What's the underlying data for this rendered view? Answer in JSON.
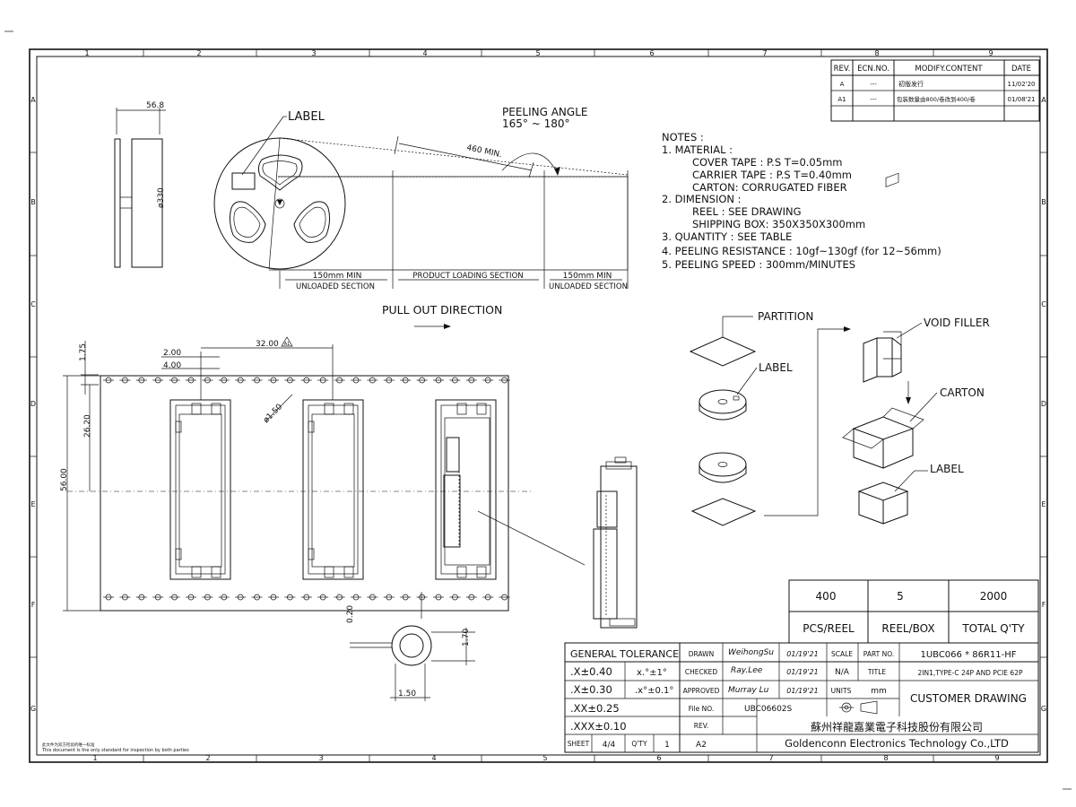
{
  "border": {
    "top_cols": [
      "1",
      "2",
      "3",
      "4",
      "5",
      "6",
      "7",
      "8",
      "9"
    ],
    "bottom_cols": [
      "1",
      "2",
      "3",
      "4",
      "5",
      "6",
      "7",
      "8",
      "9"
    ],
    "rows": [
      "A",
      "B",
      "C",
      "D",
      "E",
      "F",
      "G"
    ]
  },
  "revision": {
    "headers": [
      "REV.",
      "ECN.NO.",
      "MODIFY.CONTENT",
      "DATE"
    ],
    "rows": [
      {
        "rev": "A",
        "ecn": "---",
        "content": "初版发行",
        "date": "11/02'20"
      },
      {
        "rev": "A1",
        "ecn": "---",
        "content": "包装数量由800/卷改到400/卷",
        "date": "01/08'21"
      }
    ]
  },
  "reel": {
    "width_dim": "56.8",
    "diameter_dim": "ø330",
    "label": "LABEL",
    "peeling_title": "PEELING ANGLE",
    "peeling_range": "165° ~ 180°",
    "min_length": "460 MIN.",
    "sec1_dim": "150mm MIN",
    "sec1_name": "UNLOADED SECTION",
    "sec2_name": "PRODUCT LOADING SECTION",
    "sec3_dim": "150mm MIN",
    "sec3_name": "UNLOADED SECTION",
    "direction": "PULL OUT DIRECTION"
  },
  "notes": {
    "title": "NOTES :",
    "lines": [
      "1. MATERIAL :",
      "COVER TAPE : P.S T=0.05mm",
      "CARRIER TAPE : P.S T=0.40mm",
      "CARTON: CORRUGATED FIBER",
      "2. DIMENSION :",
      "REEL : SEE DRAWING",
      "SHIPPING BOX: 350X350X300mm",
      "3. QUANTITY : SEE TABLE",
      "4. PEELING RESISTANCE : 10gf~130gf (for 12~56mm)",
      "5. PEELING SPEED : 300mm/MINUTES"
    ]
  },
  "tape": {
    "dim_175": "1.75",
    "dim_200": "2.00",
    "dim_400": "4.00",
    "dim_pitch": "32.00",
    "pitch_rev": "A1",
    "dim_hole": "ø1.50",
    "dim_2620": "26.20",
    "dim_5600": "56.00",
    "dim_020": "0.20",
    "dim_170": "1.70",
    "dim_150": "1.50"
  },
  "pack": {
    "partition": "PARTITION",
    "label1": "LABEL",
    "void_filler": "VOID FILLER",
    "carton": "CARTON",
    "label2": "LABEL"
  },
  "qty": {
    "values": [
      "400",
      "5",
      "2000"
    ],
    "units": [
      "PCS/REEL",
      "REEL/BOX",
      "TOTAL Q'TY"
    ]
  },
  "title_block": {
    "gen_tol": "GENERAL TOLERANCE",
    "tol_rows": [
      ".X±0.40",
      ".X±0.30",
      ".XX±0.25",
      ".XXX±0.10"
    ],
    "ang_tol": [
      "x.°±1°",
      ".x°±0.1°"
    ],
    "drawn_lbl": "DRAWN",
    "drawn_by": "WeihongSu",
    "drawn_date": "01/19'21",
    "checked_lbl": "CHECKED",
    "checked_by": "Ray.Lee",
    "checked_date": "01/19'21",
    "approved_lbl": "APPROVED",
    "approved_by": "Murray Lu",
    "approved_date": "01/19'21",
    "scale_lbl": "SCALE",
    "scale_val": "N/A",
    "units_lbl": "UNITS",
    "units_val": "mm",
    "part_lbl": "PART NO.",
    "part_val": "1UBC066 * 86R11-HF",
    "title_lbl": "TITLE",
    "title_val": "2IN1,TYPE-C 24P AND PCIE 62P",
    "file_lbl": "File NO.",
    "file_val": "UBC06602S",
    "rev_lbl": "REV.",
    "rev_val": "A2",
    "sheet_lbl": "SHEET",
    "sheet_val": "4/4",
    "qty_lbl": "Q'TY",
    "qty_val": "1",
    "customer": "CUSTOMER DRAWING",
    "company_cn": "蘇州祥龍嘉業電子科技股份有限公司",
    "company_en": "Goldenconn Electronics Technology Co.,LTD"
  },
  "footer_note": {
    "cn": "此文件为双方检验的唯一标准",
    "en": "This document is the only standard for inspection by both parties"
  }
}
